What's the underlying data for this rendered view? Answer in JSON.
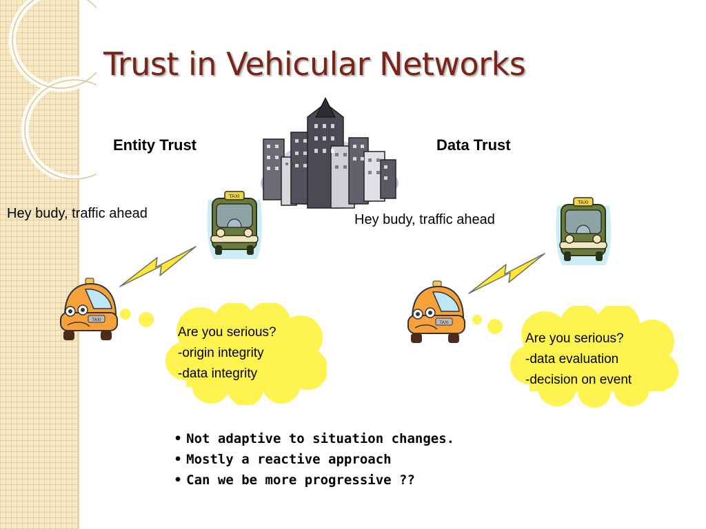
{
  "title": "Trust in Vehicular Networks",
  "left": {
    "heading": "Entity Trust",
    "message": "Hey budy, traffic ahead",
    "reply": [
      "Are you serious?",
      "-origin integrity",
      "-data integrity"
    ]
  },
  "right": {
    "heading": "Data Trust",
    "message": "Hey budy, traffic ahead",
    "reply": [
      "Are you serious?",
      "-data evaluation",
      "-decision on event"
    ]
  },
  "taxi_labels": {
    "sign": "TAXI",
    "door": "TAXI"
  },
  "bullets": [
    "Not adaptive to situation changes.",
    "Mostly a reactive approach",
    "Can we be more progressive ??"
  ],
  "colors": {
    "title": "#7a2317",
    "cloud": "#fff44f",
    "lightning": "#ffe833",
    "taxi_orange": "#f6a13a",
    "bus_green": "#6b7b3e",
    "accent_strip": "#f6e8c4"
  },
  "icons": [
    "city-skyline-icon",
    "green-taxi-icon",
    "orange-taxi-icon",
    "lightning-bolt-icon",
    "thought-cloud-icon"
  ]
}
